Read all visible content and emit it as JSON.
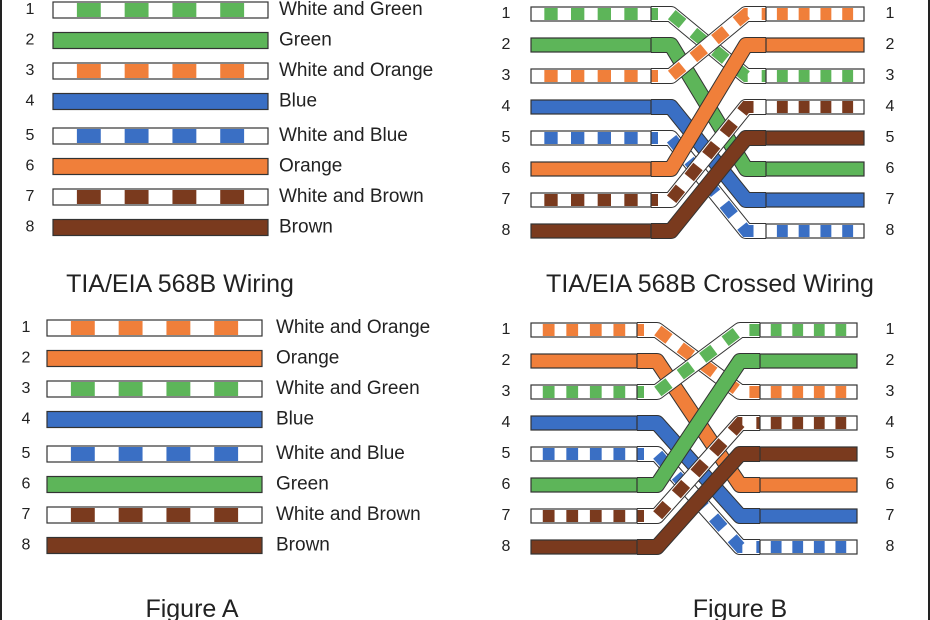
{
  "colors": {
    "green": "#5DB559",
    "orange": "#F07F3A",
    "blue": "#3A6FC4",
    "brown": "#7A3A1E",
    "outline": "#333333",
    "white": "#ffffff"
  },
  "panel_a_top": {
    "title": "TIA/EIA 568B Wiring",
    "wires": [
      {
        "pin": "1",
        "label": "White and Green",
        "color": "green",
        "striped": true
      },
      {
        "pin": "2",
        "label": "Green",
        "color": "green",
        "striped": false
      },
      {
        "pin": "3",
        "label": "White and Orange",
        "color": "orange",
        "striped": true
      },
      {
        "pin": "4",
        "label": "Blue",
        "color": "blue",
        "striped": false
      },
      {
        "pin": "5",
        "label": "White and Blue",
        "color": "blue",
        "striped": true
      },
      {
        "pin": "6",
        "label": "Orange",
        "color": "orange",
        "striped": false
      },
      {
        "pin": "7",
        "label": "White and Brown",
        "color": "brown",
        "striped": true
      },
      {
        "pin": "8",
        "label": "Brown",
        "color": "brown",
        "striped": false
      }
    ]
  },
  "panel_a_bottom": {
    "caption": "Figure A",
    "wires": [
      {
        "pin": "1",
        "label": "White and Orange",
        "color": "orange",
        "striped": true
      },
      {
        "pin": "2",
        "label": "Orange",
        "color": "orange",
        "striped": false
      },
      {
        "pin": "3",
        "label": "White and Green",
        "color": "green",
        "striped": true
      },
      {
        "pin": "4",
        "label": "Blue",
        "color": "blue",
        "striped": false
      },
      {
        "pin": "5",
        "label": "White and Blue",
        "color": "blue",
        "striped": true
      },
      {
        "pin": "6",
        "label": "Green",
        "color": "green",
        "striped": false
      },
      {
        "pin": "7",
        "label": "White and Brown",
        "color": "brown",
        "striped": true
      },
      {
        "pin": "8",
        "label": "Brown",
        "color": "brown",
        "striped": false
      }
    ]
  },
  "panel_b_top": {
    "title": "TIA/EIA 568B Crossed Wiring",
    "left": [
      {
        "pin": "1",
        "color": "green",
        "striped": true
      },
      {
        "pin": "2",
        "color": "green",
        "striped": false
      },
      {
        "pin": "3",
        "color": "orange",
        "striped": true
      },
      {
        "pin": "4",
        "color": "blue",
        "striped": false
      },
      {
        "pin": "5",
        "color": "blue",
        "striped": true
      },
      {
        "pin": "6",
        "color": "orange",
        "striped": false
      },
      {
        "pin": "7",
        "color": "brown",
        "striped": true
      },
      {
        "pin": "8",
        "color": "brown",
        "striped": false
      }
    ],
    "right": [
      {
        "pin": "1",
        "color": "orange",
        "striped": true
      },
      {
        "pin": "2",
        "color": "orange",
        "striped": false
      },
      {
        "pin": "3",
        "color": "green",
        "striped": true
      },
      {
        "pin": "4",
        "color": "brown",
        "striped": true
      },
      {
        "pin": "5",
        "color": "brown",
        "striped": false
      },
      {
        "pin": "6",
        "color": "green",
        "striped": false
      },
      {
        "pin": "7",
        "color": "blue",
        "striped": false
      },
      {
        "pin": "8",
        "color": "blue",
        "striped": true
      }
    ],
    "connections": [
      [
        1,
        3
      ],
      [
        2,
        6
      ],
      [
        3,
        1
      ],
      [
        4,
        7
      ],
      [
        5,
        8
      ],
      [
        6,
        2
      ],
      [
        7,
        4
      ],
      [
        8,
        5
      ]
    ]
  },
  "panel_b_bottom": {
    "caption": "Figure B",
    "left": [
      {
        "pin": "1",
        "color": "orange",
        "striped": true
      },
      {
        "pin": "2",
        "color": "orange",
        "striped": false
      },
      {
        "pin": "3",
        "color": "green",
        "striped": true
      },
      {
        "pin": "4",
        "color": "blue",
        "striped": false
      },
      {
        "pin": "5",
        "color": "blue",
        "striped": true
      },
      {
        "pin": "6",
        "color": "green",
        "striped": false
      },
      {
        "pin": "7",
        "color": "brown",
        "striped": true
      },
      {
        "pin": "8",
        "color": "brown",
        "striped": false
      }
    ],
    "right": [
      {
        "pin": "1",
        "color": "green",
        "striped": true
      },
      {
        "pin": "2",
        "color": "green",
        "striped": false
      },
      {
        "pin": "3",
        "color": "orange",
        "striped": true
      },
      {
        "pin": "4",
        "color": "brown",
        "striped": true
      },
      {
        "pin": "5",
        "color": "brown",
        "striped": false
      },
      {
        "pin": "6",
        "color": "orange",
        "striped": false
      },
      {
        "pin": "7",
        "color": "blue",
        "striped": false
      },
      {
        "pin": "8",
        "color": "blue",
        "striped": true
      }
    ],
    "connections": [
      [
        1,
        3
      ],
      [
        2,
        6
      ],
      [
        3,
        1
      ],
      [
        4,
        7
      ],
      [
        5,
        8
      ],
      [
        6,
        2
      ],
      [
        7,
        4
      ],
      [
        8,
        5
      ]
    ]
  }
}
